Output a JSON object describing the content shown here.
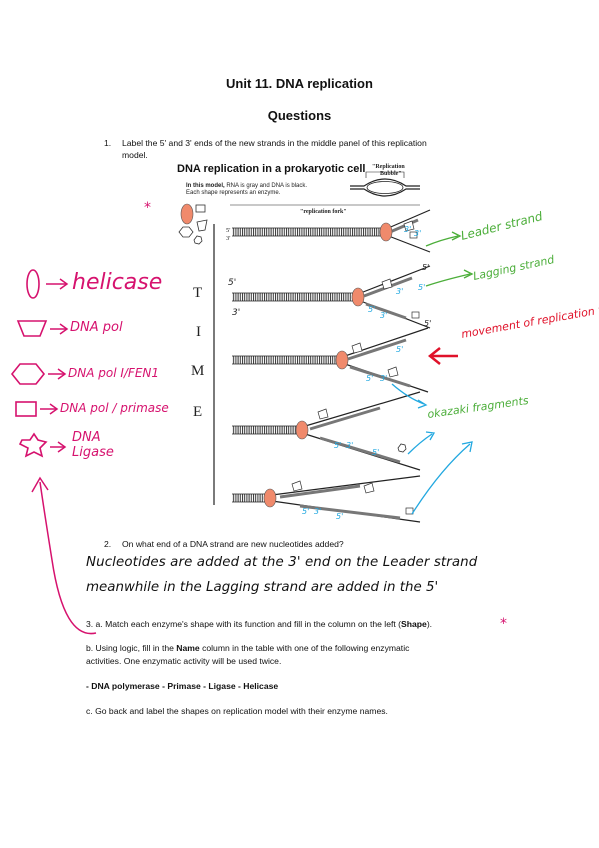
{
  "header": {
    "unit_title": "Unit 11. DNA replication",
    "section_title": "Questions"
  },
  "q1": {
    "number": "1.",
    "text_line1": "Label the 5' and 3' ends of the new strands in the middle panel of this replication",
    "text_line2": "model."
  },
  "figure": {
    "title": "DNA replication in a prokaryotic cell",
    "caption_bold": "In this model,",
    "caption_rest": " RNA is gray and DNA is black.",
    "caption_line2": "Each shape represents an enzyme.",
    "bubble_label_line1": "\"Replication",
    "bubble_label_line2": "Bubble\"",
    "fork_label": "\"replication fork\"",
    "time_letters": [
      "T",
      "I",
      "M",
      "E"
    ],
    "end_labels": {
      "p1_left_top": "5'",
      "p1_left_bot": "3'",
      "p1_r1": "3'",
      "p1_r2": "3'",
      "p1_r3": "5'",
      "p2_5": "5'",
      "p2_3": "3'",
      "p2_r1": "3'",
      "p2_r2": "5'",
      "p2_r3": "5'",
      "p2_b1": "5'",
      "p2_b2": "3'",
      "p3_r1": "5'",
      "p3_b1": "5'",
      "p3_b2": "3'",
      "p4_b1": "5'",
      "p4_b2": "3'",
      "p4_b3": "5'",
      "p5_b1": "5'",
      "p5_b2": "3'",
      "p5_b3": "5'"
    }
  },
  "annotations": {
    "asterisk": "*",
    "leader_strand": "Leader strand",
    "lagging_strand": "Lagging strand",
    "movement": "movement of replication fork",
    "okazaki": "okazaki fragments",
    "legend": [
      {
        "label": "helicase",
        "shape": "oval"
      },
      {
        "label": "DNA pol",
        "shape": "trapezoid"
      },
      {
        "label": "DNA pol I/FEN1",
        "shape": "hexagon"
      },
      {
        "label": "DNA pol / primase",
        "shape": "rectangle"
      },
      {
        "label": "DNA Ligase",
        "shape": "star"
      }
    ]
  },
  "q2": {
    "number": "2.",
    "text": "On what end of a DNA strand are new nucleotides added?",
    "answer_line1": "Nucleotides are added at the 3' end on the Leader strand",
    "answer_line2": "meanwhile in the Lagging strand are added in the 5'"
  },
  "q3": {
    "a_prefix": "3. a. Match each enzyme's shape with its function and fill in the column on the left (",
    "a_bold": "Shape",
    "a_suffix": ").",
    "b_prefix": "b. Using logic, fill in the ",
    "b_bold": "Name",
    "b_suffix": " column in the table with one of the following enzymatic",
    "b_line2": "activities. One enzymatic activity will be used twice.",
    "enzymes": "- DNA polymerase - Primase - Ligase - Helicase",
    "c": "c. Go back and label the shapes on replication model with their enzyme names."
  },
  "colors": {
    "pink": "#d6126e",
    "green": "#4cae3a",
    "red": "#e0122a",
    "blue": "#22a8e0",
    "helicase_fill": "#f08a6c"
  }
}
